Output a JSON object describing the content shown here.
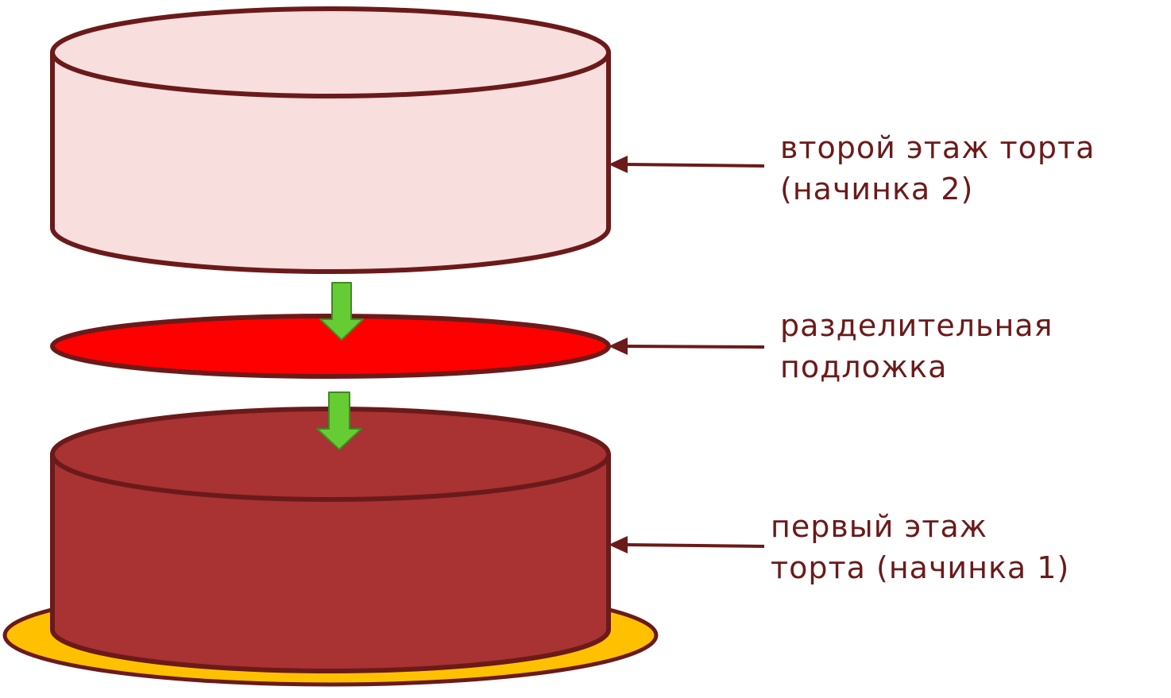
{
  "colors": {
    "outline": "#6b1a1a",
    "top_tier_fill": "#f9dede",
    "divider_fill": "#ff0000",
    "bottom_tier_fill": "#a93232",
    "board_fill": "#ffc000",
    "arrow_fill": "#66cc33",
    "arrow_stroke": "#3f8a24",
    "label_color": "#6b1a1a"
  },
  "labels": {
    "top_tier": {
      "line1": "второй этаж торта",
      "line2": "(начинка 2)"
    },
    "divider": {
      "line1": "разделительная",
      "line2": "подложка"
    },
    "bottom_tier": {
      "line1": "первый этаж",
      "line2": "торта (начинка 1)"
    }
  },
  "icons": {
    "down_arrows": "green-down-arrow-icon",
    "pointer_arrows": "pointer-arrow-icon"
  }
}
